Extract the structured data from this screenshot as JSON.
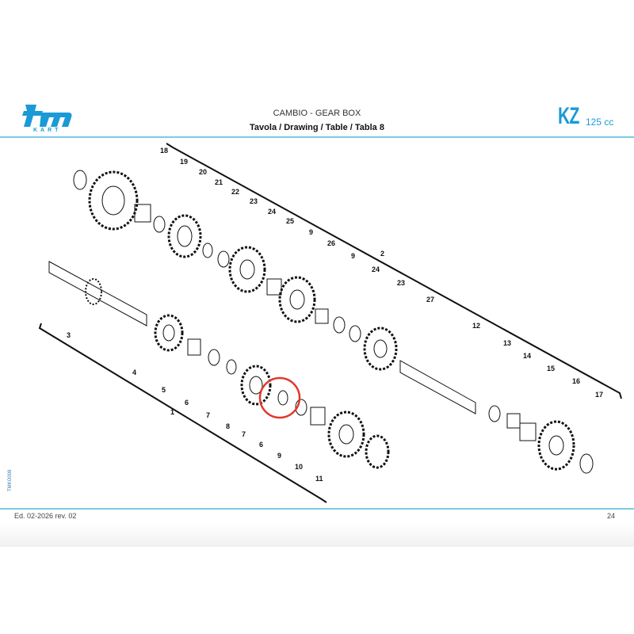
{
  "header": {
    "logo_text": "tm",
    "logo_sub": "KART",
    "title": "CAMBIO - GEAR BOX",
    "subtitle": "Tavola / Drawing / Table  / Tabla  8",
    "model": "KZ",
    "displacement": "125 cc"
  },
  "side_code": "TMKO008",
  "footer": {
    "edition": "Ed. 02-2026  rev. 02",
    "page": "24"
  },
  "callouts": [
    "18",
    "19",
    "20",
    "21",
    "22",
    "23",
    "24",
    "25",
    "9",
    "26",
    "9",
    "24",
    "23",
    "27",
    "12",
    "13",
    "14",
    "15",
    "16",
    "17",
    "2",
    "3",
    "4",
    "5",
    "6",
    "7",
    "8",
    "7",
    "6",
    "9",
    "10",
    "11",
    "1"
  ],
  "colors": {
    "accent": "#1a9ad6",
    "highlight": "#e0392b"
  }
}
